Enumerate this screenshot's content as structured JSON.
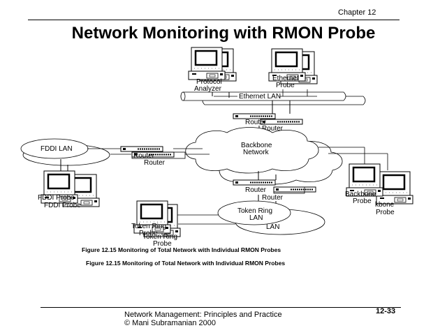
{
  "header": {
    "chapter": "Chapter 12",
    "title": "Network Monitoring with RMON Probe"
  },
  "diagram": {
    "ethernet_lan": "Ethernet LAN",
    "protocol_analyzer": [
      "Protocol",
      "Analyzer"
    ],
    "ethernet_probe": [
      "Ethernet",
      "Probe"
    ],
    "router_label": "Router",
    "backbone": [
      "Backbone",
      "Network"
    ],
    "fddi_lan": "FDDI LAN",
    "fddi_probe": "FDDI Probe",
    "backbone_probe": [
      "Backbone",
      "Probe"
    ],
    "token_ring_lan": [
      "Token Ring",
      "LAN"
    ],
    "token_ring_probe": [
      "Token Ring",
      "Probe"
    ],
    "caption": "Figure 12.15 Monitoring of Total Network with Individual RMON Probes"
  },
  "footer": {
    "book": "Network Management: Principles and Practice",
    "copyright": "© Mani Subramanian 2000",
    "page": "12-33"
  }
}
